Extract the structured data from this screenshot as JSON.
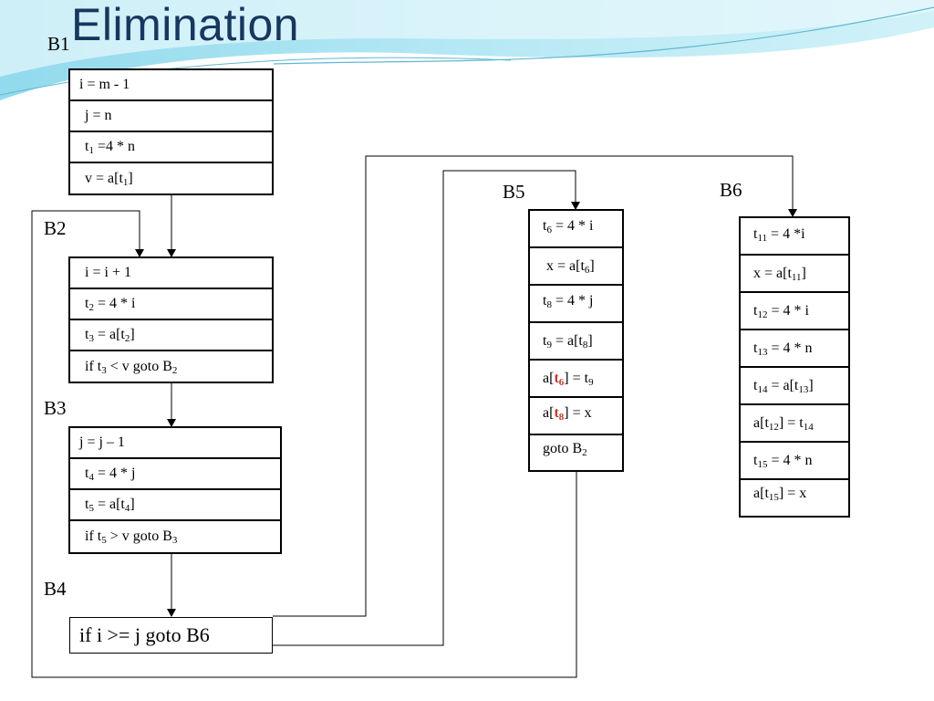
{
  "title": "Elimination",
  "b1_label": "B1",
  "labels": {
    "b2": "B2",
    "b3": "B3",
    "b4": "B4",
    "b5": "B5",
    "b6": "B6"
  },
  "blocks": {
    "b1": [
      "i = m - 1",
      "j = n",
      "t1 =4 *  n",
      "v = a[t1]"
    ],
    "b2": [
      "i = i  + 1",
      "t2 = 4 * i",
      "t3 = a[t2]",
      "if t3 < v goto B2"
    ],
    "b3": [
      "j = j – 1",
      "t4 = 4 *  j",
      "t5 = a[t4]",
      "if t5 > v goto B3"
    ],
    "b4": "if i >= j goto B6",
    "b5": [
      "t6  = 4 * i",
      "x = a[t6]",
      "t8 = 4 * j",
      "t9 = a[t8]",
      "a[t6] = t9",
      "a[t8] = x",
      "goto B2"
    ],
    "b6": [
      "t11 = 4 *i",
      "x = a[t11]",
      "t12  = 4 * i",
      "t13 = 4 * n",
      "t14 = a[t13]",
      "a[t12] = t14",
      "t15 = 4 * n",
      "a[t15] = x"
    ]
  },
  "colors": {
    "highlight": "#c0392b",
    "title": "#17375e"
  }
}
